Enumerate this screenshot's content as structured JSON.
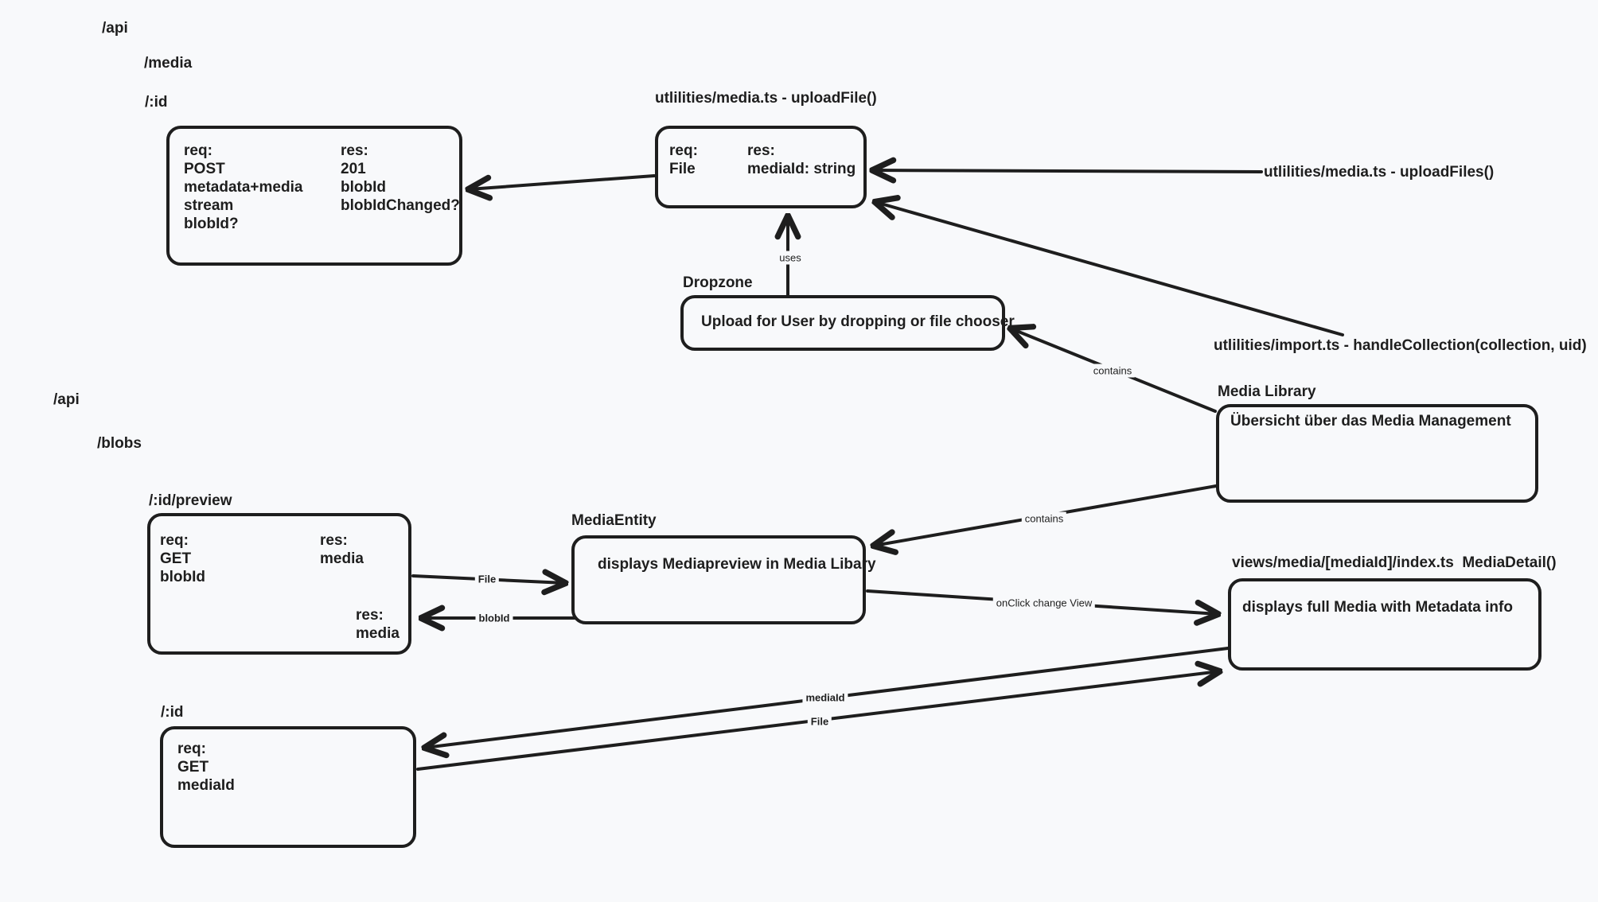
{
  "canvas": {
    "bg": "#f8f9fb",
    "stroke": "#1e1e1e",
    "text_color": "#1e1e1e"
  },
  "labels": {
    "api_top": "/api",
    "media": "/media",
    "id_top": "/:id",
    "upload_file_title": "utlilities/media.ts - uploadFile()",
    "upload_files_title": "utlilities/media.ts - uploadFiles()",
    "dropzone_title": "Dropzone",
    "import_title": "utlilities/import.ts - handleCollection(collection, uid)",
    "media_library_title": "Media Library",
    "api_mid": "/api",
    "blobs": "/blobs",
    "id_preview": "/:id/preview",
    "media_entity_title": "MediaEntity",
    "media_detail_title": "views/media/[mediaId]/index.ts  MediaDetail()",
    "id_bottom": "/:id"
  },
  "boxes": {
    "post_media": {
      "req": "req:\nPOST\nmetadata+media\nstream\nblobId?",
      "res": "res:\n201\nblobId\nblobIdChanged?"
    },
    "upload_file": {
      "req": "req:\nFile",
      "res": "res:\nmediaId: string"
    },
    "dropzone": {
      "text": "Upload for User by dropping or file chooser"
    },
    "media_library": {
      "text": "Übersicht über das Media Management"
    },
    "blob_preview": {
      "req": "req:\nGET\nblobId",
      "res": "res:\nmedia",
      "res2": "res:\nmedia"
    },
    "media_entity": {
      "text": "displays Mediapreview in Media Libary"
    },
    "media_detail": {
      "text": "displays full Media with Metadata info"
    },
    "blob_id": {
      "req": "req:\nGET\nmediaId"
    }
  },
  "arrow_labels": {
    "uses": "uses",
    "contains_dropzone": "contains",
    "contains_entity": "contains",
    "file_preview": "File",
    "blobid": "blobId",
    "onclick": "onClick change View",
    "mediaid": "mediaId",
    "file_detail": "File"
  }
}
